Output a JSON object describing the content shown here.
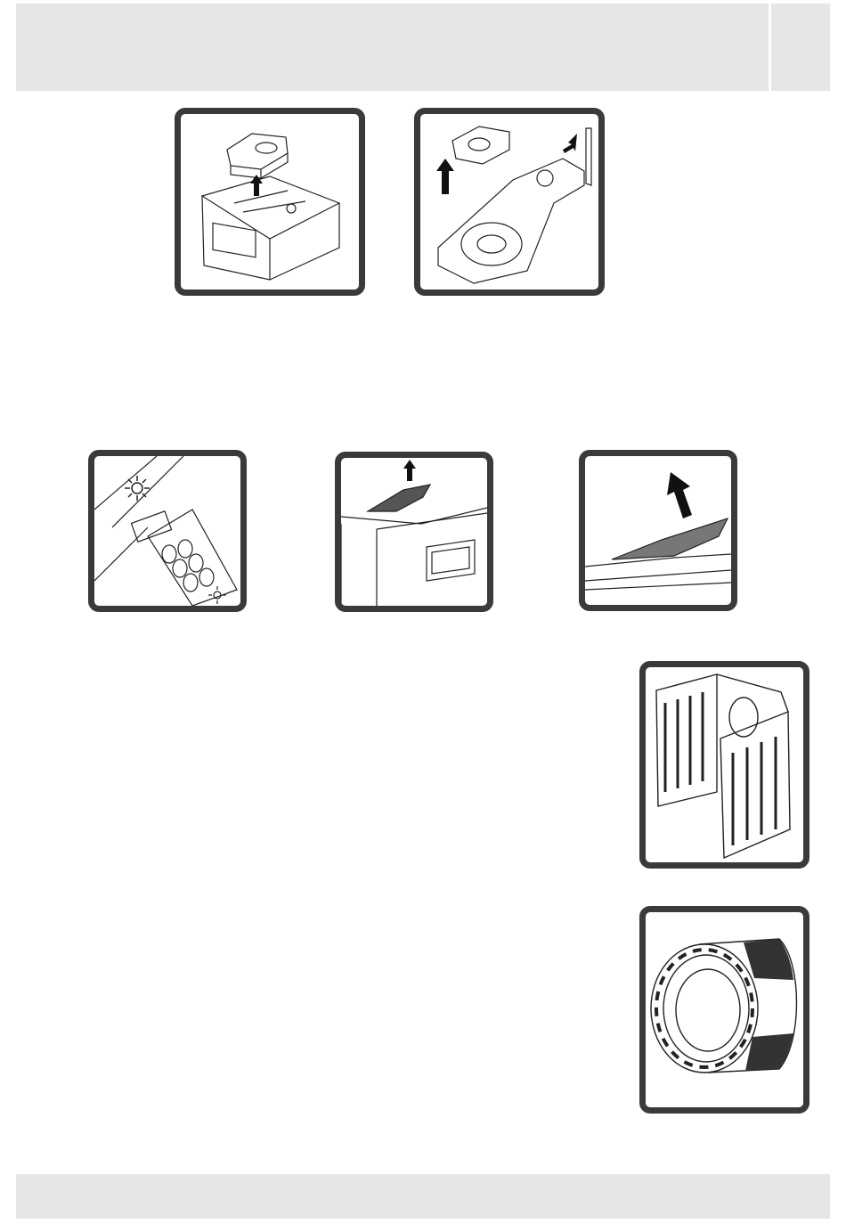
{
  "page": {
    "header_band_color": "#e6e6e6",
    "footer_band_color": "#e6e6e6",
    "frame_color": "#3a3a3a"
  },
  "figures": [
    {
      "id": "drawer-lift-insert",
      "icons": [
        "up-arrow-icon"
      ]
    },
    {
      "id": "drawer-insert-removal",
      "icons": [
        "up-arrow-icon",
        "press-arrow-icon"
      ]
    },
    {
      "id": "detergent-compartment-closeup",
      "icons": [
        "flower-symbol-icon"
      ]
    },
    {
      "id": "siphon-lift",
      "icons": [
        "up-arrow-icon"
      ]
    },
    {
      "id": "siphon-pull-out",
      "icons": [
        "up-arrow-icon"
      ]
    },
    {
      "id": "cabinet-side-panels",
      "icons": []
    },
    {
      "id": "drum-front-view",
      "icons": []
    }
  ]
}
